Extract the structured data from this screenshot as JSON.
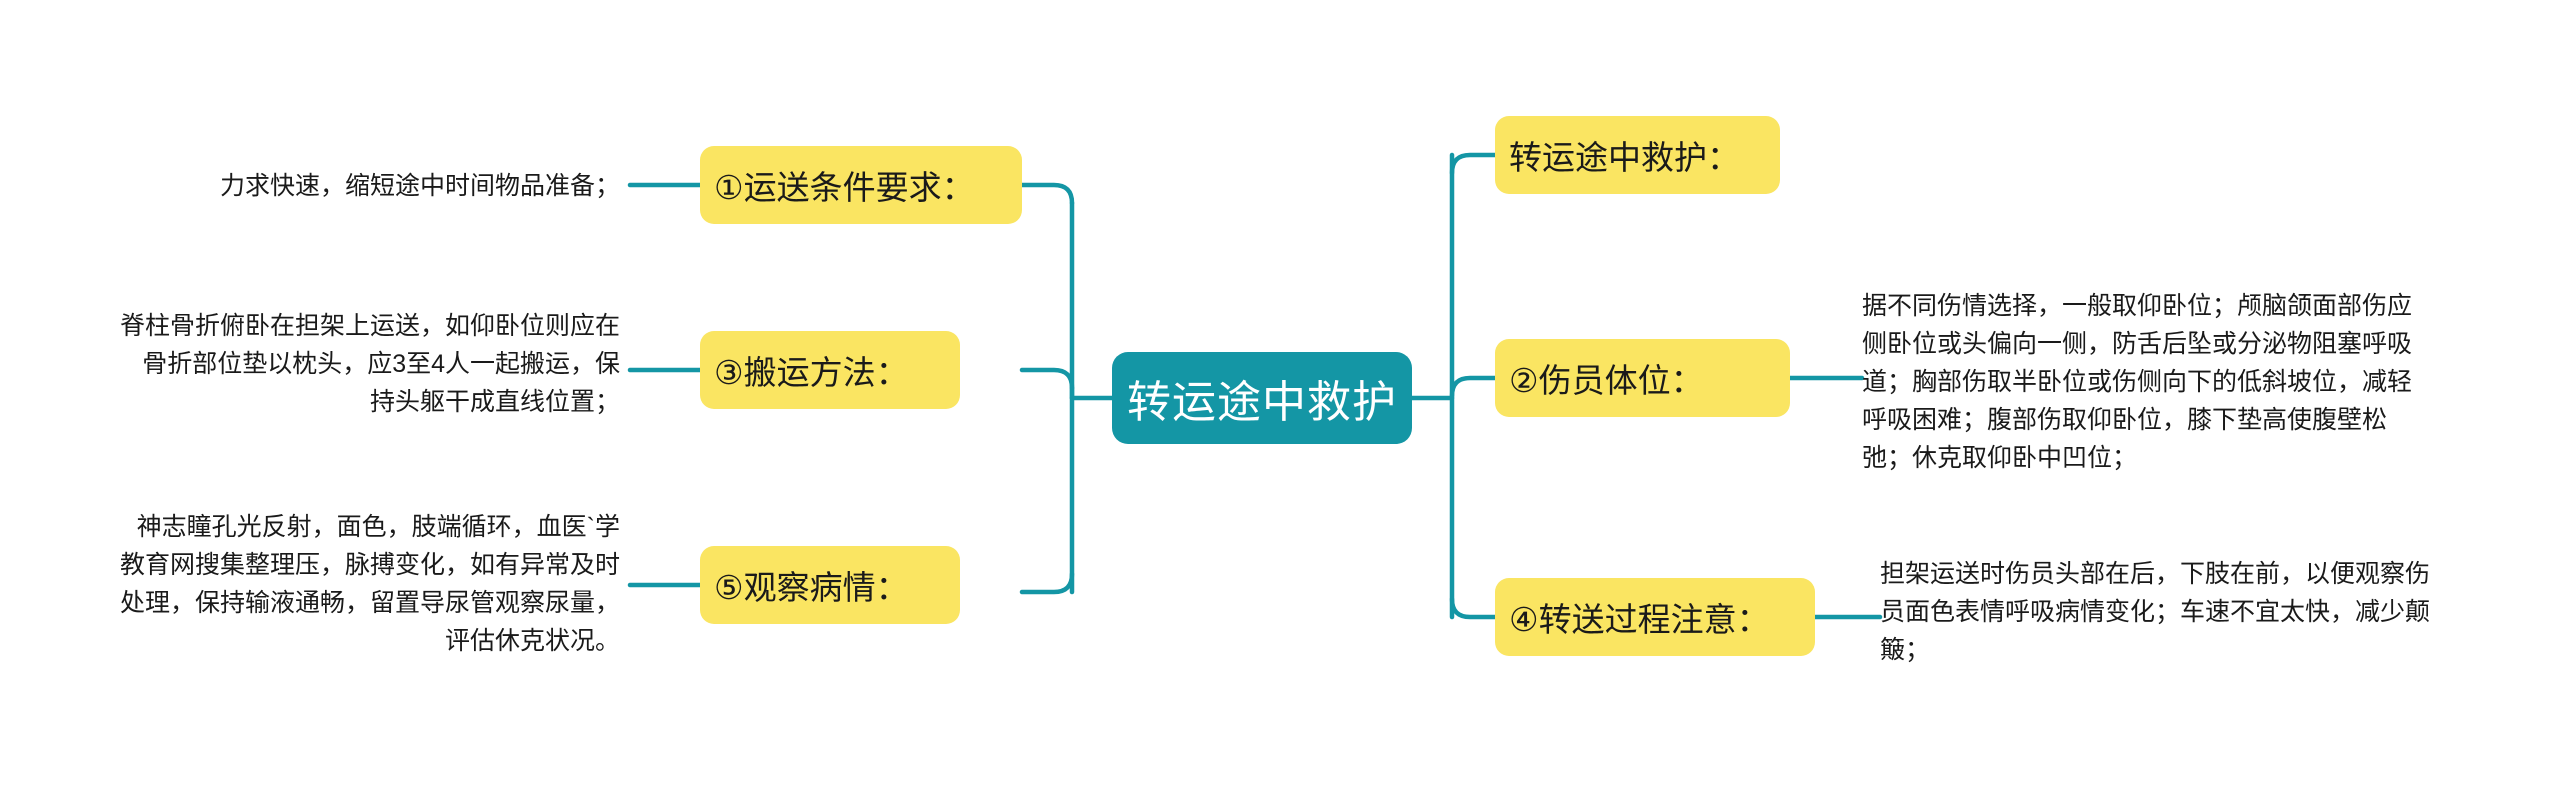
{
  "diagram": {
    "type": "mind-map",
    "title": "转运途中救护",
    "colors": {
      "center_fill": "#1496A5",
      "center_text": "#FFFFFF",
      "branch_fill": "#FAE562",
      "branch_text": "#1A1A1A",
      "connector": "#1496A5",
      "leaf_text": "#1A1A1A",
      "background": "#FFFFFF"
    },
    "center": {
      "label": "转运途中救护"
    },
    "left_branches": [
      {
        "label": "①运送条件要求：",
        "detail": "力求快速，缩短途中时间物品准备；"
      },
      {
        "label": "③搬运方法：",
        "detail": "脊柱骨折俯卧在担架上运送，如仰卧位则应在骨折部位垫以枕头，应3至4人一起搬运，保持头躯干成直线位置；"
      },
      {
        "label": "⑤观察病情：",
        "detail": "神志瞳孔光反射，面色，肢端循环，血医`学教育网搜集整理压，脉搏变化，如有异常及时处理，保持输液通畅，留置导尿管观察尿量，评估休克状况。"
      }
    ],
    "right_branches": [
      {
        "label": "转运途中救护：",
        "detail": ""
      },
      {
        "label": "②伤员体位：",
        "detail": "据不同伤情选择，一般取仰卧位；颅脑颌面部伤应侧卧位或头偏向一侧，防舌后坠或分泌物阻塞呼吸道；胸部伤取半卧位或伤侧向下的低斜坡位，减轻呼吸困难；腹部伤取仰卧位，膝下垫高使腹壁松弛；休克取仰卧中凹位；"
      },
      {
        "label": "④转送过程注意：",
        "detail": "担架运送时伤员头部在后，下肢在前，以便观察伤员面色表情呼吸病情变化；车速不宜太快，减少颠簸；"
      }
    ]
  }
}
